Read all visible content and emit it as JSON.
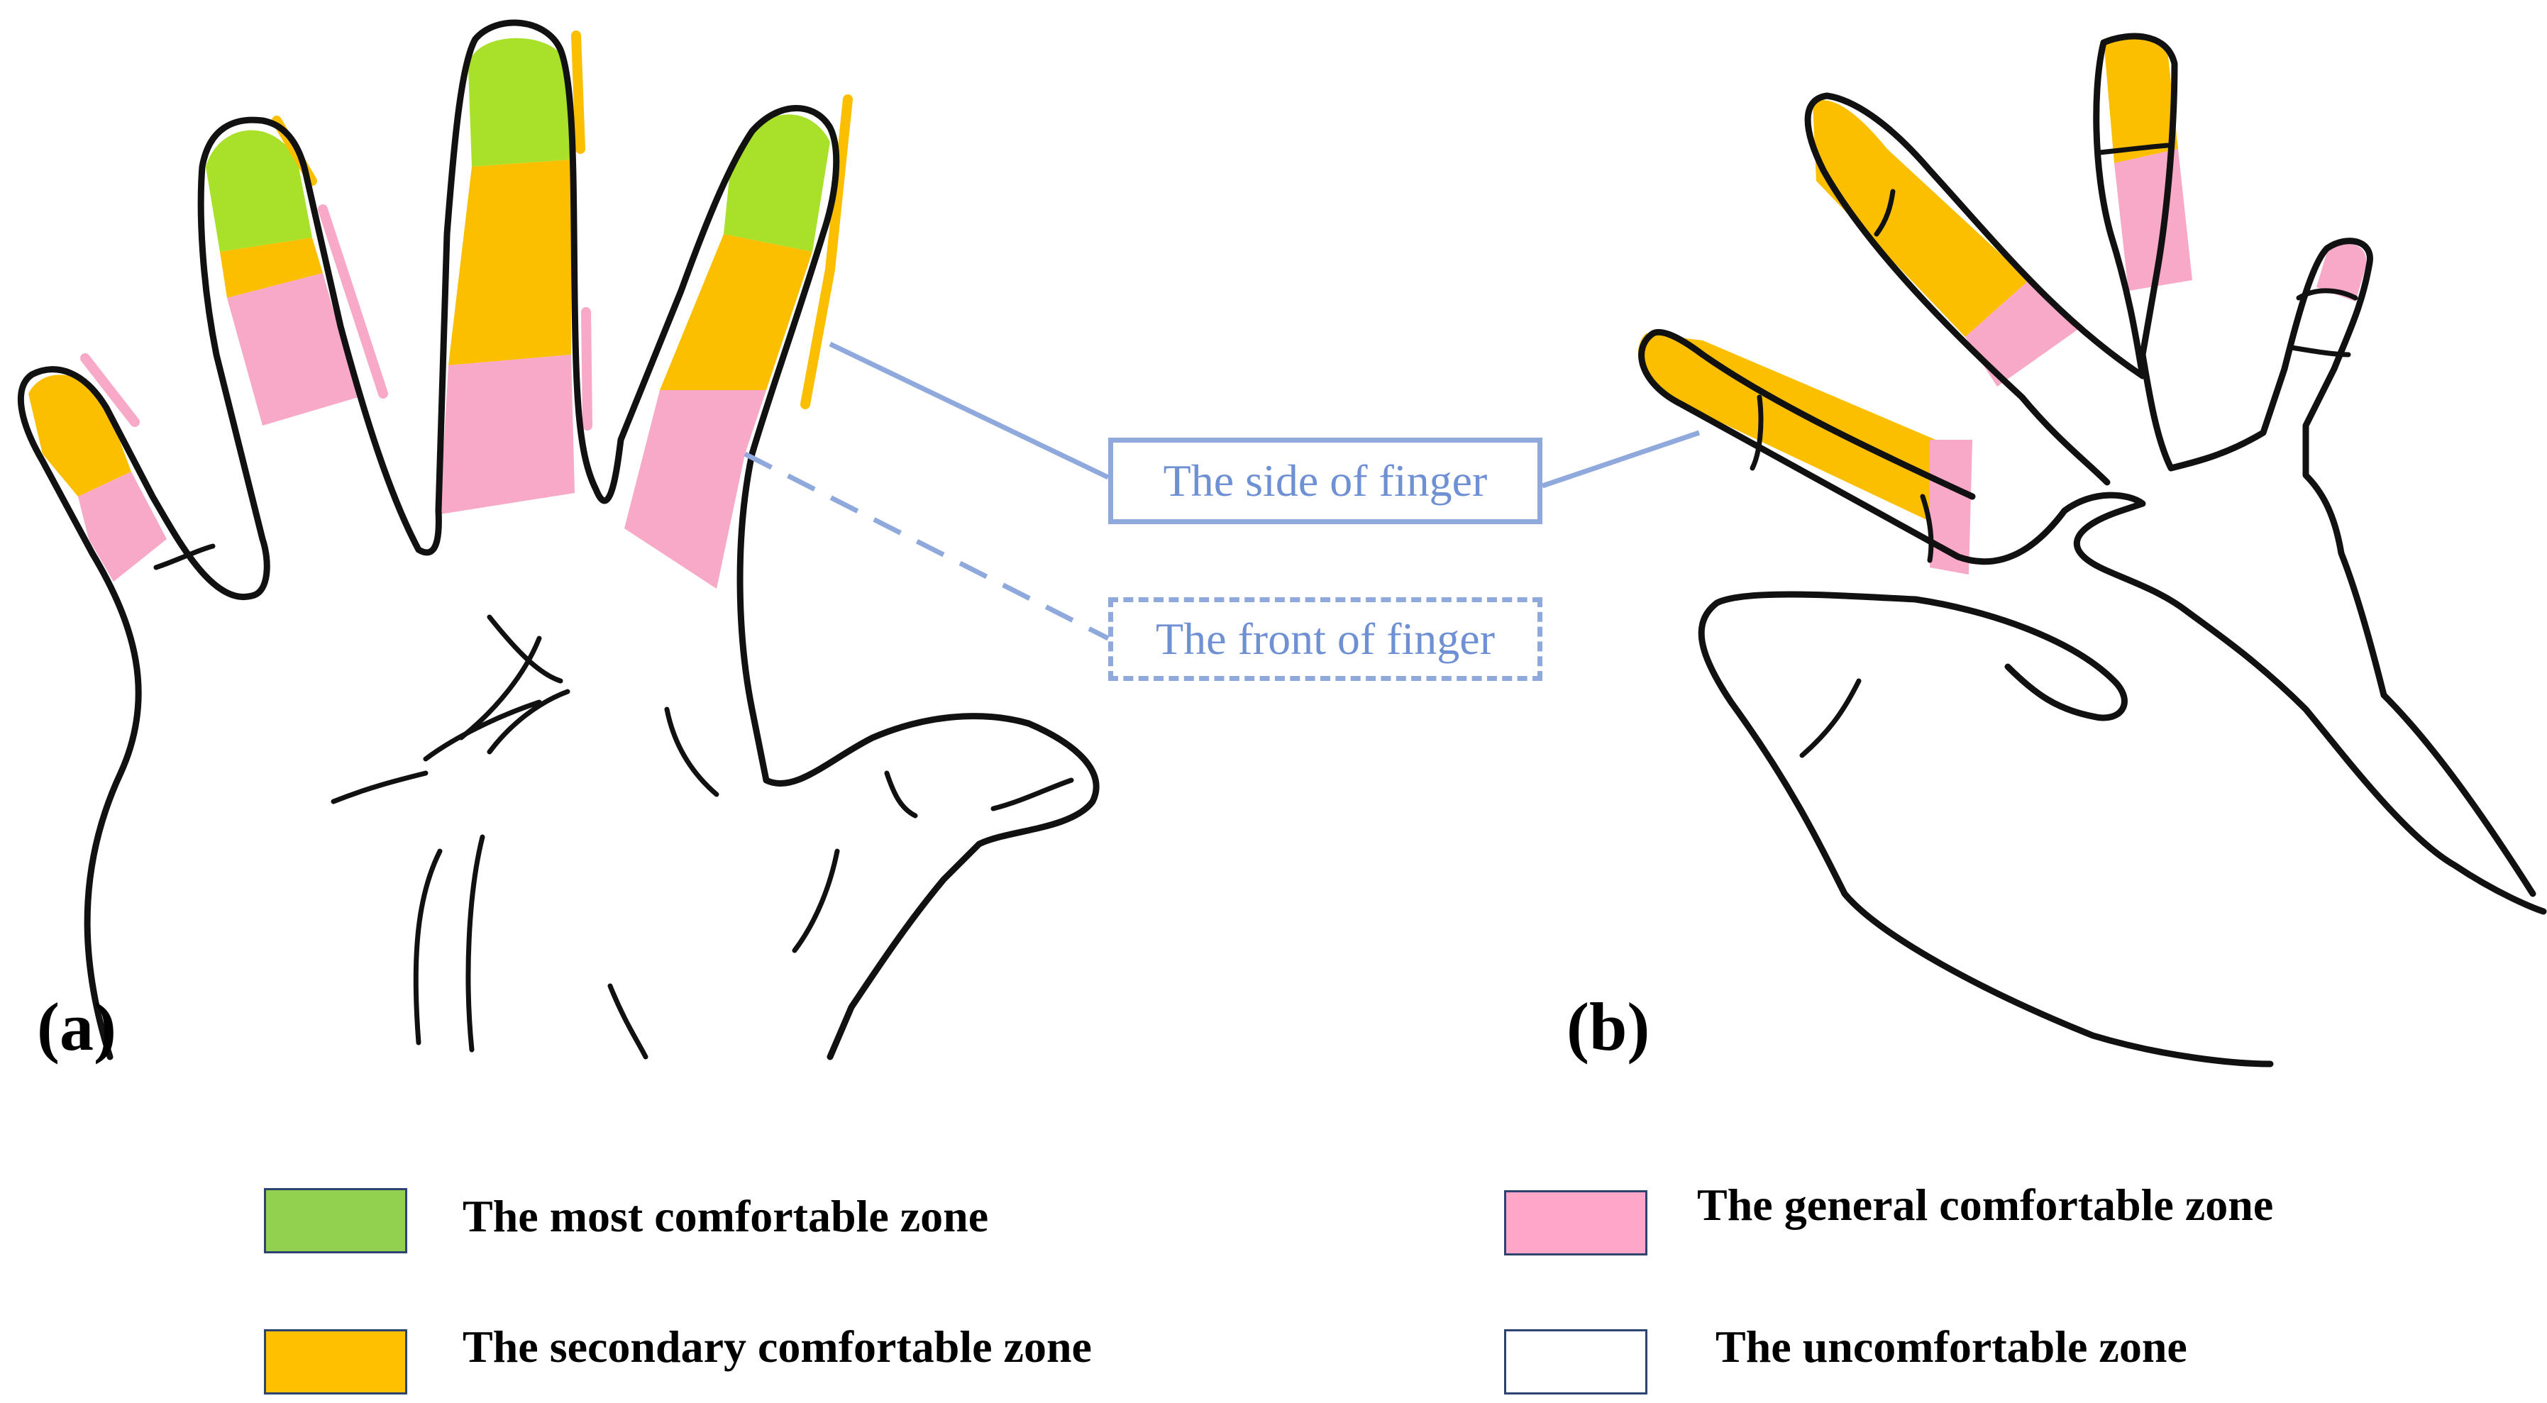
{
  "panels": {
    "a_label": "(a)",
    "b_label": "(b)"
  },
  "callouts": {
    "side": "The side of finger",
    "front": "The front of finger"
  },
  "legend": [
    {
      "label": "The most comfortable zone",
      "color": "#92d050"
    },
    {
      "label": "The secondary comfortable zone",
      "color": "#ffc000"
    },
    {
      "label": "The general comfortable zone",
      "color": "#ffa6c9"
    },
    {
      "label": "The uncomfortable zone",
      "color": "#ffffff"
    }
  ],
  "zone_colors": {
    "most": "#a8e02a",
    "secondary": "#fbbf00",
    "general": "#f7a9c7",
    "outline": "#111111",
    "connector": "#8fa9dc"
  }
}
